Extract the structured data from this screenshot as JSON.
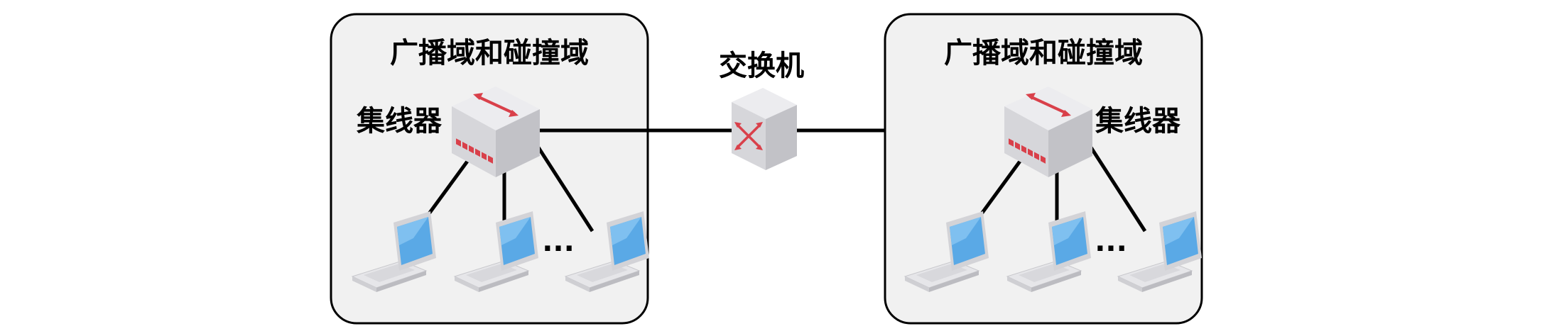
{
  "left_domain": {
    "title": "广播域和碰撞域",
    "hub_label": "集线器",
    "more": "···"
  },
  "switch": {
    "label": "交换机"
  },
  "right_domain": {
    "title": "广播域和碰撞域",
    "hub_label": "集线器",
    "more": "···"
  },
  "colors": {
    "domain_fill": "#f1f1f1",
    "domain_border": "#000000",
    "line": "#000000",
    "device_top": "#e8e8eb",
    "device_left": "#d4d4d8",
    "device_right": "#bfbfc4",
    "accent_red": "#d9404a",
    "screen_blue": "#5aa9e6",
    "laptop_body": "#e3e3e6"
  },
  "icons": {
    "hub": "hub-icon",
    "switch": "switch-icon",
    "laptop": "laptop-icon"
  }
}
